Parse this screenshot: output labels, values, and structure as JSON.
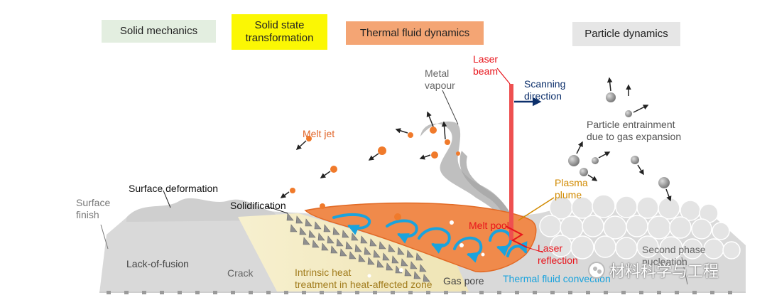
{
  "colors": {
    "solid_mechanics_bg": "#e3eee0",
    "solid_state_bg": "#fbf704",
    "thermal_fluid_bg": "#f4a574",
    "particle_dynamics_bg": "#e6e6e6",
    "powder_gray": "#d9d9d9",
    "melt_pool": "#f08a4b",
    "laser_red": "#e8141b",
    "convection_blue": "#1aa3dd",
    "scan_arrow": "#0c2f6b",
    "plume_label": "#d18a00"
  },
  "headers": {
    "solid_mechanics": "Solid mechanics",
    "solid_state_line1": "Solid state",
    "solid_state_line2": "transformation",
    "thermal_fluid": "Thermal fluid dynamics",
    "particle_dynamics": "Particle dynamics"
  },
  "labels": {
    "laser_beam_1": "Laser",
    "laser_beam_2": "beam",
    "scanning_1": "Scanning",
    "scanning_2": "direction",
    "metal_vapour_1": "Metal",
    "metal_vapour_2": "vapour",
    "melt_jet": "Melt jet",
    "entrainment_1": "Particle entrainment",
    "entrainment_2": "due to gas expansion",
    "surface_deformation": "Surface deformation",
    "surface_finish_1": "Surface",
    "surface_finish_2": "finish",
    "solidification": "Solidification",
    "plasma_1": "Plasma",
    "plasma_2": "plume",
    "melt_pool": "Melt pool",
    "laser_reflection_1": "Laser",
    "laser_reflection_2": "reflection",
    "second_phase_1": "Second phase",
    "second_phase_2": "nucleation",
    "lack_of_fusion": "Lack-of-fusion",
    "crack": "Crack",
    "intrinsic_1": "Intrinsic heat",
    "intrinsic_2": "treatment in heat-affected zone",
    "gas_pore": "Gas pore",
    "thermal_convection": "Thermal fluid convection"
  },
  "watermark": "材料科学与工程"
}
